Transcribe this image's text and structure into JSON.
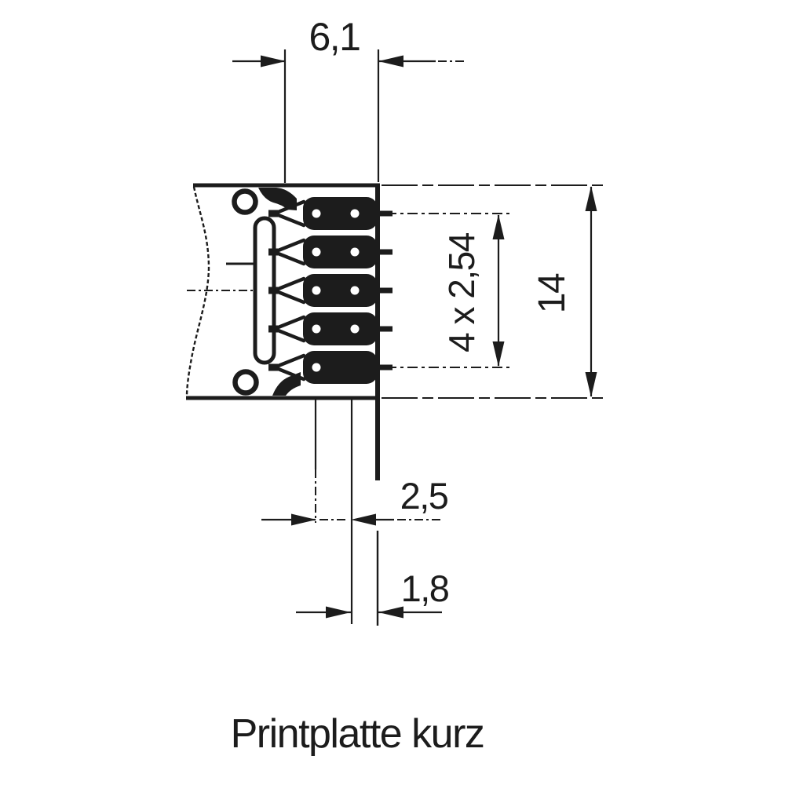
{
  "drawing": {
    "type": "technical-dimension-drawing",
    "caption": "Printplatte kurz",
    "colors": {
      "line": "#1c1c1c",
      "background": "#ffffff"
    },
    "pin_count": 5,
    "dimensions": {
      "width_top": {
        "value": "6,1"
      },
      "pin_pitch": {
        "value": "4 x 2,54"
      },
      "overall_height": {
        "value": "14"
      },
      "pin_offset": {
        "value": "2,5"
      },
      "pin_edge": {
        "value": "1,8"
      }
    }
  }
}
